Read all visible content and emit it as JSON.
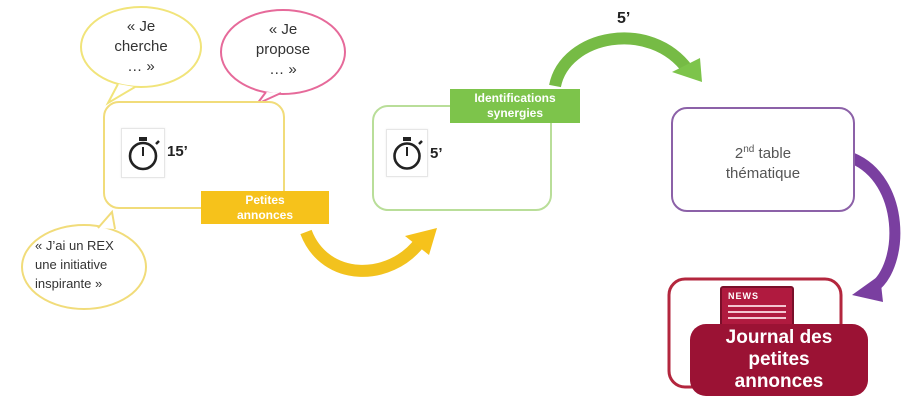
{
  "bubbles": {
    "cherche": "« Je\ncherche\n… »",
    "propose": "« Je\npropose\n… »",
    "rex": "« J’ai un REX\nune initiative\ninspirante »"
  },
  "step1": {
    "timer": "15’",
    "tag": "Petites\nannonces"
  },
  "step2": {
    "timer": "5’",
    "tag": "Identifications\nsynergies"
  },
  "arrow_time": "5’",
  "step3": {
    "table_number": "2",
    "table_sup": "nd",
    "table_rest": " table",
    "table_line2": "thématique"
  },
  "journal": {
    "title": "Journal des\npetites\nannonces",
    "icon_label": "NEWS"
  },
  "colors": {
    "yellow": "#f6c21b",
    "yellow_border": "#f1dc7a",
    "pink_border": "#e66a9a",
    "green": "#7dc44b",
    "green_border": "#b9de99",
    "purple": "#7a3fa0",
    "purple_border": "#8c61a8",
    "maroon": "#9b1234"
  }
}
